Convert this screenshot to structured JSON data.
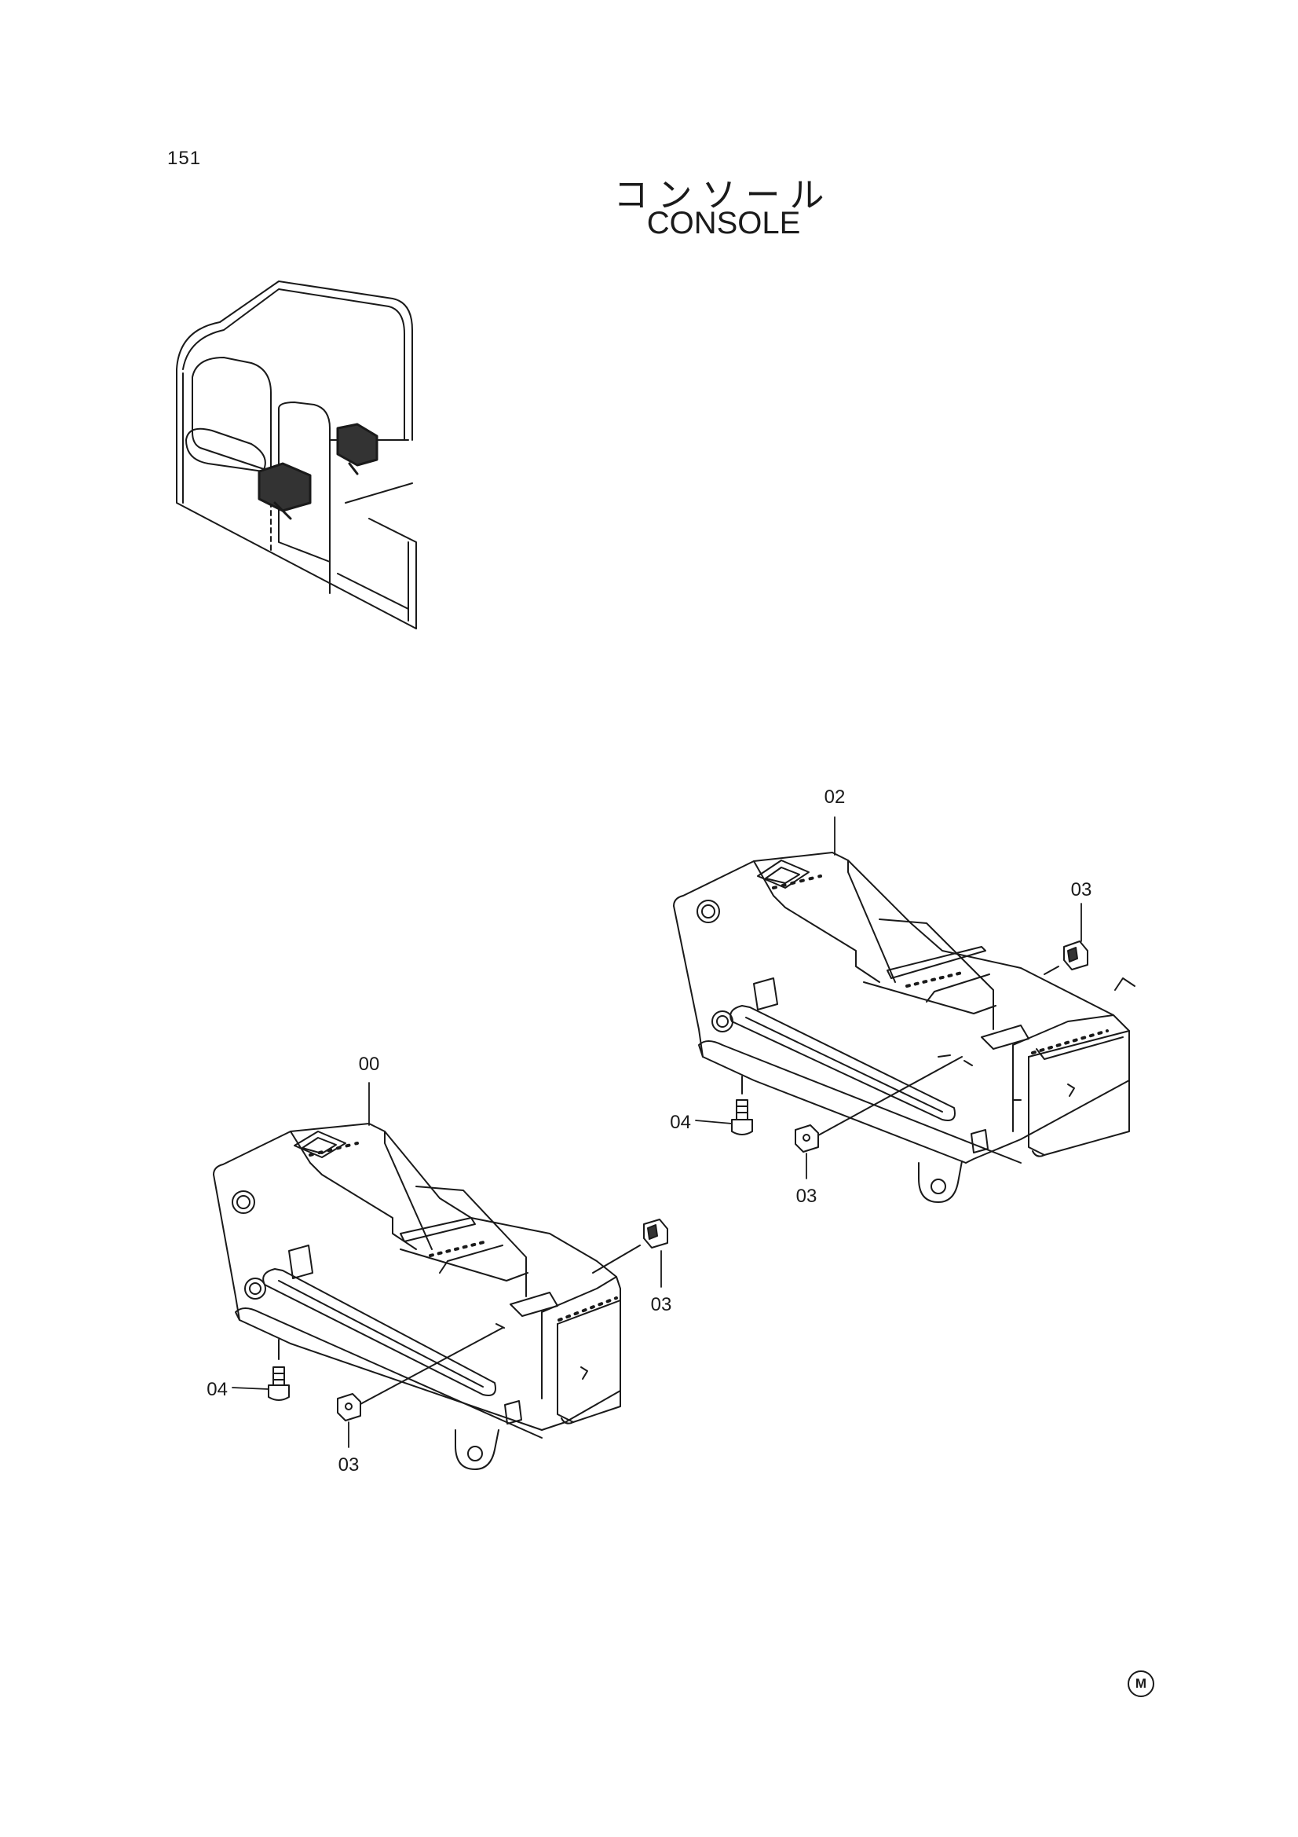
{
  "page": {
    "number": "151",
    "title_jp": "コンソール",
    "title_en": "CONSOLE",
    "mark": "M"
  },
  "callouts": {
    "left_frame": "00",
    "right_frame": "02",
    "cap_right_top": "03",
    "cap_right_bottom": "03",
    "bolt_right": "04",
    "cap_left_top": "03",
    "cap_left_bottom": "03",
    "bolt_left": "04"
  }
}
